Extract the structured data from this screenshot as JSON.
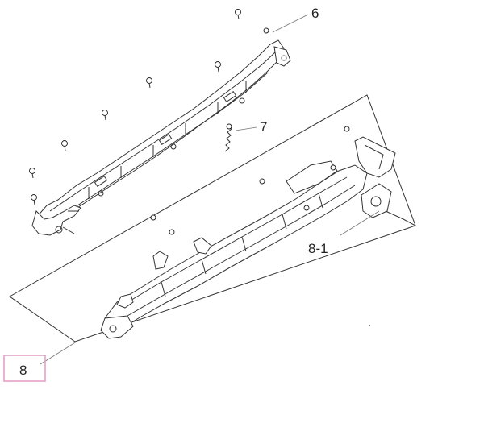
{
  "callouts": {
    "part_6": "6",
    "part_7": "7",
    "part_8": "8",
    "part_8_1": "8-1"
  },
  "colors": {
    "highlight_box": "#e49ac2",
    "line_art": "#333333",
    "leader_line": "#777777"
  }
}
